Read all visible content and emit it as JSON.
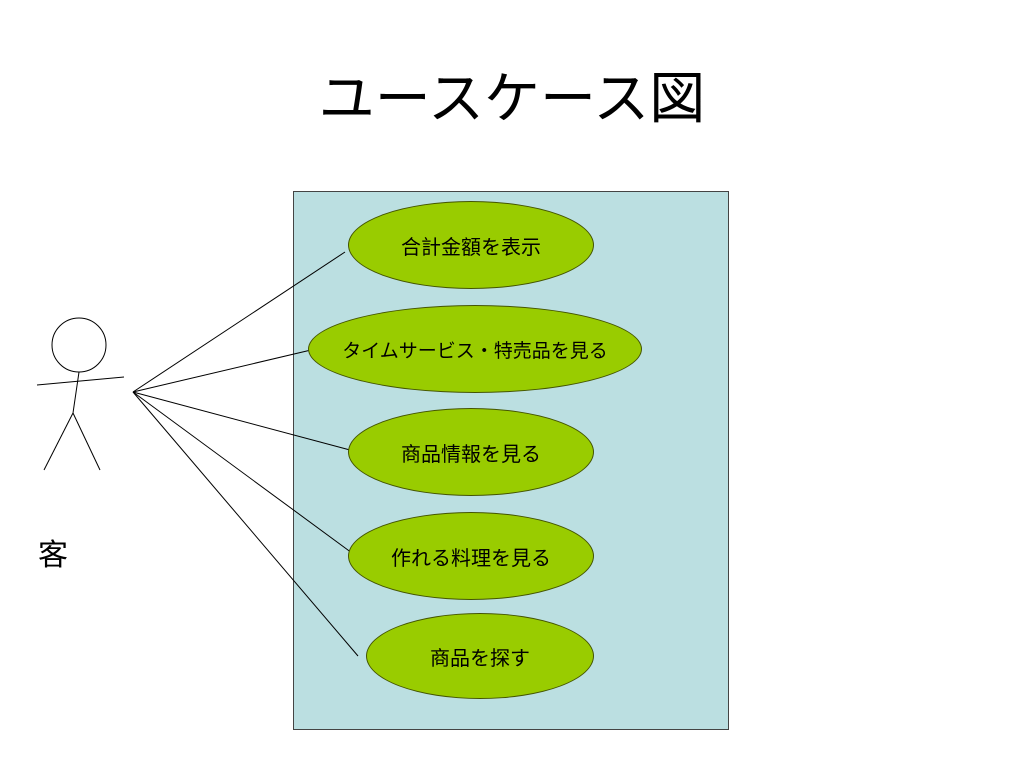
{
  "title": "ユースケース図",
  "actor": {
    "label": "客"
  },
  "use_cases": [
    {
      "label": "合計金額を表示"
    },
    {
      "label": "タイムサービス・特売品を見る"
    },
    {
      "label": "商品情報を見る"
    },
    {
      "label": "作れる料理を見る"
    },
    {
      "label": "商品を探す"
    }
  ],
  "colors": {
    "system_box_fill": "#bbdfe1",
    "use_case_fill": "#99cc00",
    "line": "#000000"
  }
}
